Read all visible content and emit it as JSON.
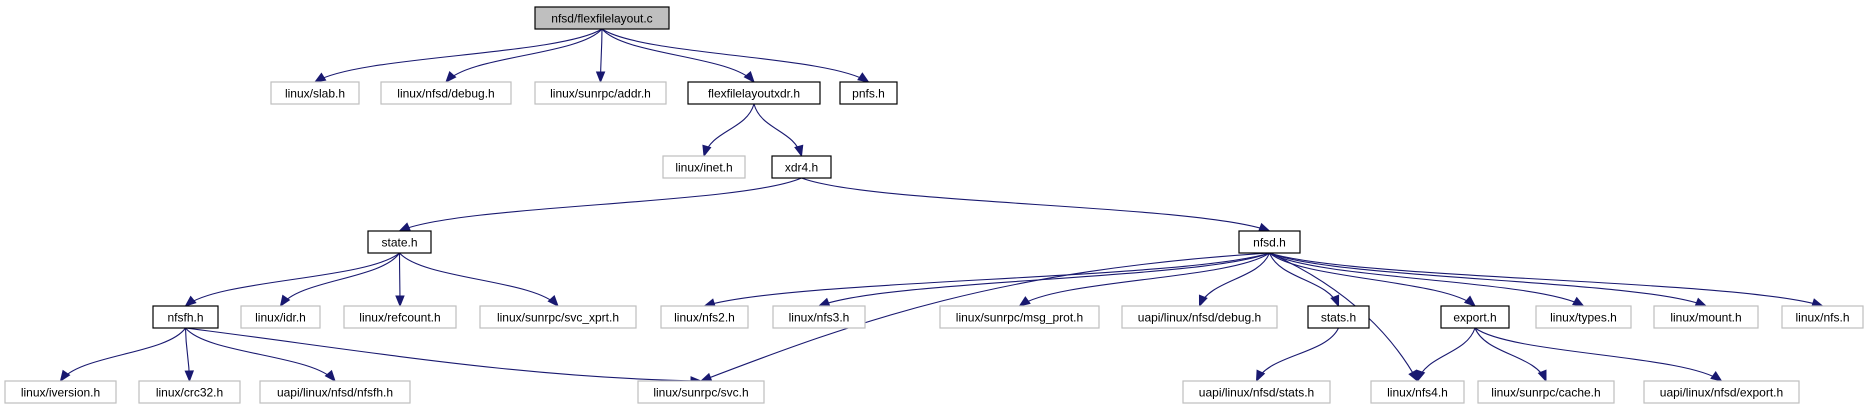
{
  "graph": {
    "colors": {
      "edge": "#191970",
      "internal_border": "#000000",
      "external_border": "#bfbfbf",
      "root_fill": "#bfbfbf",
      "node_fill": "#ffffff"
    },
    "nodes": [
      {
        "id": "root",
        "label": "nfsd/flexfilelayout.c",
        "kind": "root"
      },
      {
        "id": "slab",
        "label": "linux/slab.h",
        "kind": "external"
      },
      {
        "id": "nfsd_debug",
        "label": "linux/nfsd/debug.h",
        "kind": "external"
      },
      {
        "id": "sunrpc_addr",
        "label": "linux/sunrpc/addr.h",
        "kind": "external"
      },
      {
        "id": "flexxdr",
        "label": "flexfilelayoutxdr.h",
        "kind": "internal"
      },
      {
        "id": "pnfs",
        "label": "pnfs.h",
        "kind": "internal"
      },
      {
        "id": "inet",
        "label": "linux/inet.h",
        "kind": "external"
      },
      {
        "id": "xdr4",
        "label": "xdr4.h",
        "kind": "internal"
      },
      {
        "id": "state",
        "label": "state.h",
        "kind": "internal"
      },
      {
        "id": "nfsd",
        "label": "nfsd.h",
        "kind": "internal"
      },
      {
        "id": "nfsfh",
        "label": "nfsfh.h",
        "kind": "internal"
      },
      {
        "id": "idr",
        "label": "linux/idr.h",
        "kind": "external"
      },
      {
        "id": "refcount",
        "label": "linux/refcount.h",
        "kind": "external"
      },
      {
        "id": "svc_xprt",
        "label": "linux/sunrpc/svc_xprt.h",
        "kind": "external"
      },
      {
        "id": "nfs2",
        "label": "linux/nfs2.h",
        "kind": "external"
      },
      {
        "id": "nfs3",
        "label": "linux/nfs3.h",
        "kind": "external"
      },
      {
        "id": "msg_prot",
        "label": "linux/sunrpc/msg_prot.h",
        "kind": "external"
      },
      {
        "id": "uapi_debug",
        "label": "uapi/linux/nfsd/debug.h",
        "kind": "external"
      },
      {
        "id": "stats",
        "label": "stats.h",
        "kind": "internal"
      },
      {
        "id": "export",
        "label": "export.h",
        "kind": "internal"
      },
      {
        "id": "types",
        "label": "linux/types.h",
        "kind": "external"
      },
      {
        "id": "mount",
        "label": "linux/mount.h",
        "kind": "external"
      },
      {
        "id": "nfs",
        "label": "linux/nfs.h",
        "kind": "external"
      },
      {
        "id": "iversion",
        "label": "linux/iversion.h",
        "kind": "external"
      },
      {
        "id": "crc32",
        "label": "linux/crc32.h",
        "kind": "external"
      },
      {
        "id": "uapi_nfsfh",
        "label": "uapi/linux/nfsd/nfsfh.h",
        "kind": "external"
      },
      {
        "id": "svc",
        "label": "linux/sunrpc/svc.h",
        "kind": "external"
      },
      {
        "id": "uapi_stats",
        "label": "uapi/linux/nfsd/stats.h",
        "kind": "external"
      },
      {
        "id": "nfs4",
        "label": "linux/nfs4.h",
        "kind": "external"
      },
      {
        "id": "cache",
        "label": "linux/sunrpc/cache.h",
        "kind": "external"
      },
      {
        "id": "uapi_export",
        "label": "uapi/linux/nfsd/export.h",
        "kind": "external"
      }
    ],
    "edges": [
      {
        "from": "root",
        "to": "slab"
      },
      {
        "from": "root",
        "to": "nfsd_debug"
      },
      {
        "from": "root",
        "to": "sunrpc_addr"
      },
      {
        "from": "root",
        "to": "flexxdr"
      },
      {
        "from": "root",
        "to": "pnfs"
      },
      {
        "from": "flexxdr",
        "to": "inet"
      },
      {
        "from": "flexxdr",
        "to": "xdr4"
      },
      {
        "from": "xdr4",
        "to": "state"
      },
      {
        "from": "xdr4",
        "to": "nfsd"
      },
      {
        "from": "state",
        "to": "nfsfh"
      },
      {
        "from": "state",
        "to": "idr"
      },
      {
        "from": "state",
        "to": "refcount"
      },
      {
        "from": "state",
        "to": "svc_xprt"
      },
      {
        "from": "nfsfh",
        "to": "iversion"
      },
      {
        "from": "nfsfh",
        "to": "crc32"
      },
      {
        "from": "nfsfh",
        "to": "uapi_nfsfh"
      },
      {
        "from": "nfsfh",
        "to": "svc"
      },
      {
        "from": "nfsd",
        "to": "nfs2"
      },
      {
        "from": "nfsd",
        "to": "nfs3"
      },
      {
        "from": "nfsd",
        "to": "svc"
      },
      {
        "from": "nfsd",
        "to": "msg_prot"
      },
      {
        "from": "nfsd",
        "to": "uapi_debug"
      },
      {
        "from": "nfsd",
        "to": "stats"
      },
      {
        "from": "nfsd",
        "to": "nfs4"
      },
      {
        "from": "nfsd",
        "to": "export"
      },
      {
        "from": "nfsd",
        "to": "types"
      },
      {
        "from": "nfsd",
        "to": "mount"
      },
      {
        "from": "nfsd",
        "to": "nfs"
      },
      {
        "from": "stats",
        "to": "uapi_stats"
      },
      {
        "from": "export",
        "to": "nfs4"
      },
      {
        "from": "export",
        "to": "cache"
      },
      {
        "from": "export",
        "to": "uapi_export"
      }
    ]
  }
}
